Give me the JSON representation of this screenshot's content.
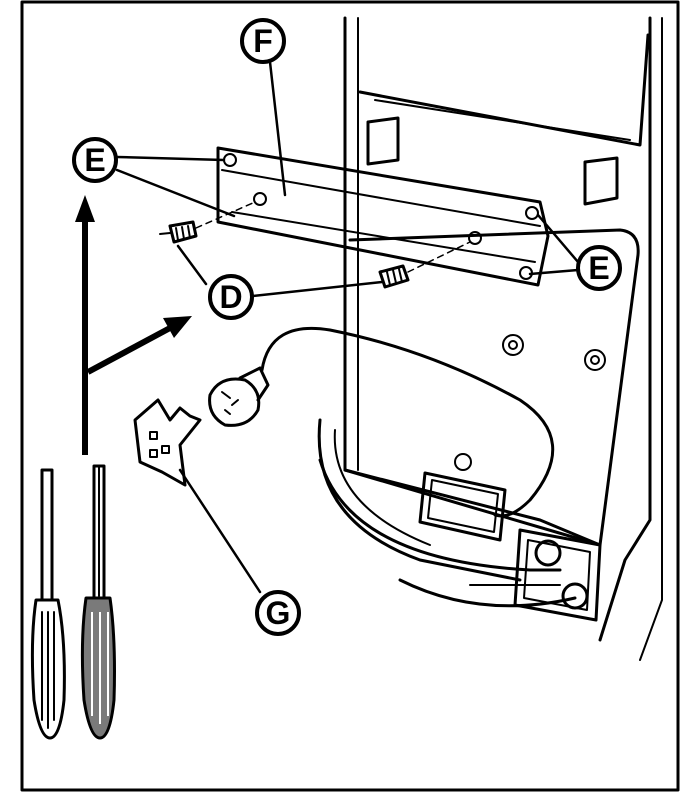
{
  "callouts": {
    "d": "D",
    "e_left": "E",
    "e_right": "E",
    "f": "F",
    "g": "G"
  },
  "colors": {
    "ink": "#000000",
    "paper": "#ffffff",
    "shade": "#7a7a7a"
  },
  "icons": [
    "screwdriver-icon",
    "phillips-screwdriver-icon",
    "screw-icon",
    "plug-icon",
    "bracket-icon"
  ]
}
